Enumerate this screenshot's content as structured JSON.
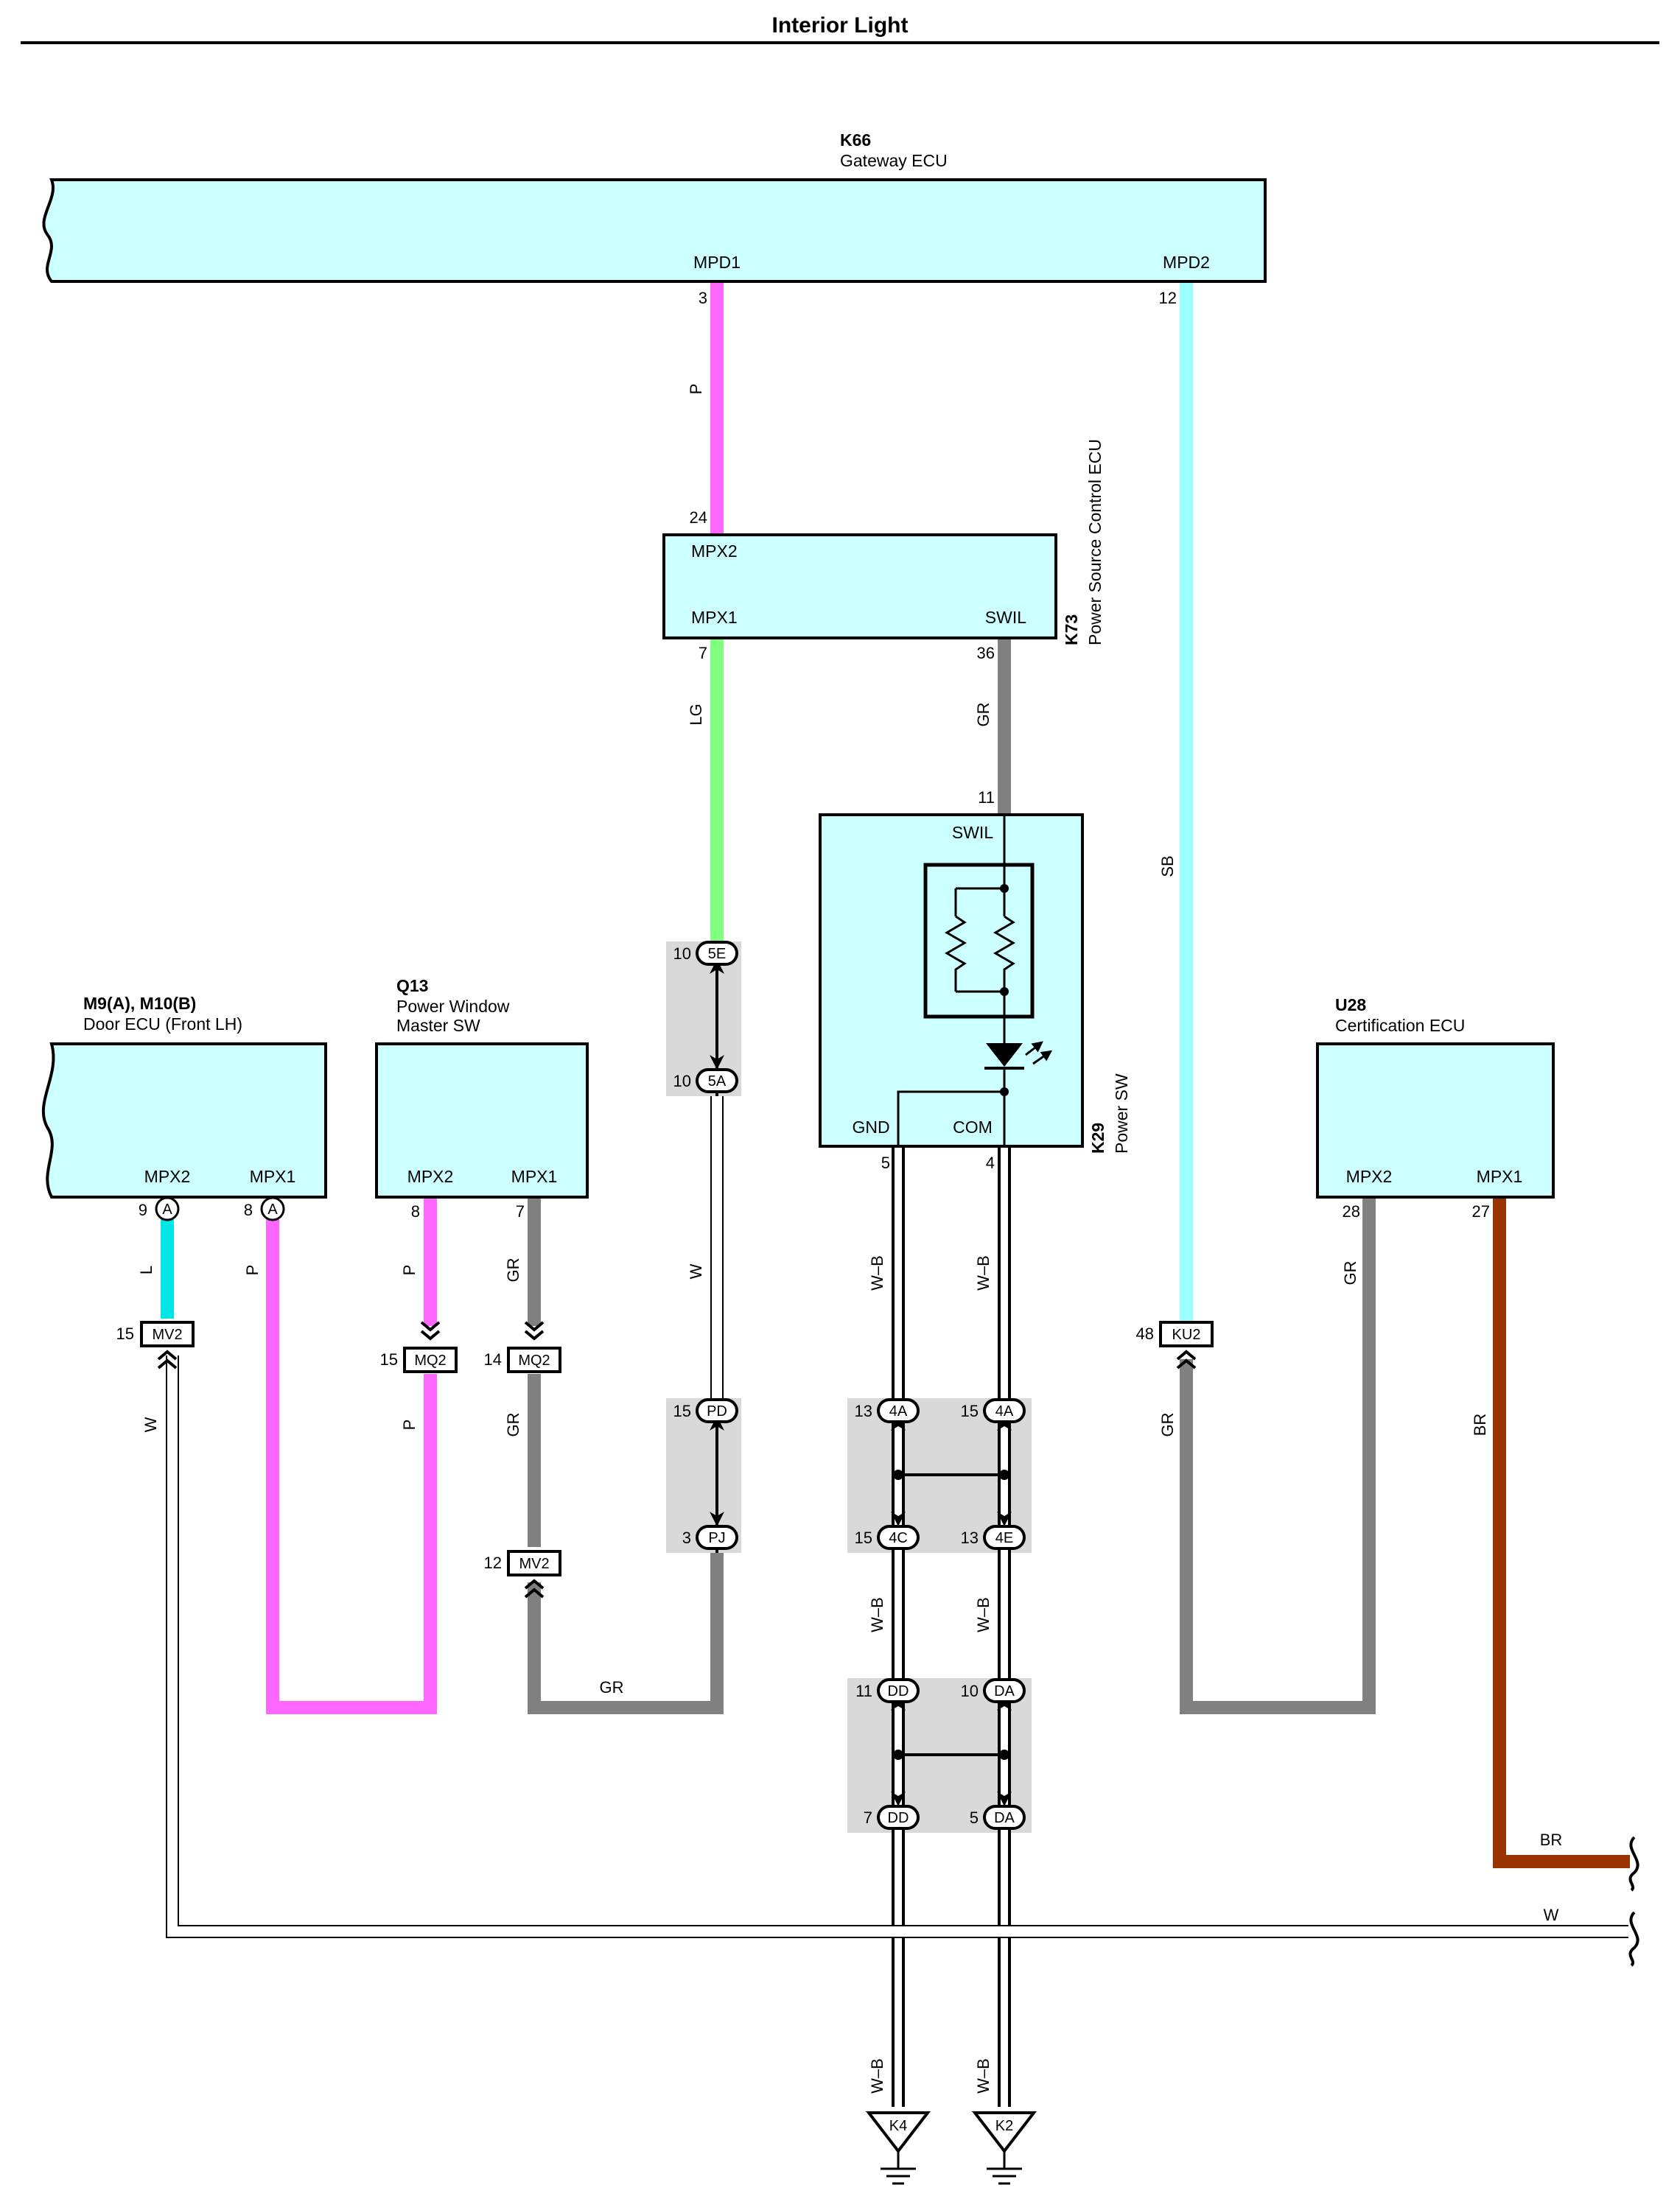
{
  "title": "Interior Light",
  "components": {
    "k66": {
      "code": "K66",
      "name": "Gateway ECU",
      "terms": {
        "mpd1": "MPD1",
        "mpd2": "MPD2"
      },
      "pins": {
        "mpd1": "3",
        "mpd2": "12"
      }
    },
    "k73": {
      "code": "K73",
      "name": "Power Source Control ECU",
      "terms": {
        "mpx2": "MPX2",
        "mpx1": "MPX1",
        "swil": "SWIL"
      },
      "pins": {
        "mpx2": "24",
        "mpx1": "7",
        "swil": "36"
      }
    },
    "k29": {
      "code": "K29",
      "name": "Power SW",
      "terms": {
        "swil": "SWIL",
        "gnd": "GND",
        "com": "COM"
      },
      "pins": {
        "swil": "11",
        "gnd": "5",
        "com": "4"
      }
    },
    "m9": {
      "code": "M9(A), M10(B)",
      "name": "Door ECU (Front LH)",
      "terms": {
        "mpx2": "MPX2",
        "mpx1": "MPX1"
      },
      "pins": {
        "mpx2": "9",
        "mpx1": "8"
      },
      "conn": "A"
    },
    "q13": {
      "code": "Q13",
      "name1": "Power Window",
      "name2": "Master SW",
      "terms": {
        "mpx2": "MPX2",
        "mpx1": "MPX1"
      },
      "pins": {
        "mpx2": "8",
        "mpx1": "7"
      }
    },
    "u28": {
      "code": "U28",
      "name": "Certification ECU",
      "terms": {
        "mpx2": "MPX2",
        "mpx1": "MPX1"
      },
      "pins": {
        "mpx2": "28",
        "mpx1": "27"
      }
    }
  },
  "connectors": {
    "mv2_a": {
      "id": "MV2",
      "pin": "15"
    },
    "mq2_a": {
      "id": "MQ2",
      "pin": "15"
    },
    "mq2_b": {
      "id": "MQ2",
      "pin": "14"
    },
    "mv2_b": {
      "id": "MV2",
      "pin": "12"
    },
    "ku2": {
      "id": "KU2",
      "pin": "48"
    },
    "c5e": {
      "id": "5E",
      "pin": "10"
    },
    "c5a": {
      "id": "5A",
      "pin": "10"
    },
    "cpd": {
      "id": "PD",
      "pin": "15"
    },
    "cpj": {
      "id": "PJ",
      "pin": "3"
    },
    "c4a1": {
      "id": "4A",
      "pin": "13"
    },
    "c4a2": {
      "id": "4A",
      "pin": "15"
    },
    "c4c": {
      "id": "4C",
      "pin": "15"
    },
    "c4e": {
      "id": "4E",
      "pin": "13"
    },
    "cdd1": {
      "id": "DD",
      "pin": "11"
    },
    "cda1": {
      "id": "DA",
      "pin": "10"
    },
    "cdd2": {
      "id": "DD",
      "pin": "7"
    },
    "cda2": {
      "id": "DA",
      "pin": "5"
    }
  },
  "grounds": {
    "k4": "K4",
    "k2": "K2"
  },
  "wire_colors": {
    "P": "#ff66ff",
    "SB": "#99ffff",
    "LG": "#80ff80",
    "GR": "#808080",
    "W": "#ffffff",
    "W-B": "#ffffff",
    "L": "#00e6e6",
    "BR": "#993300"
  },
  "wire_labels": {
    "p_k66": "P",
    "sb": "SB",
    "lg": "LG",
    "gr_swil": "GR",
    "w_5a": "W",
    "wb_gnd": "W–B",
    "wb_com": "W–B",
    "l_m9": "L",
    "p_m9": "P",
    "p_q13a": "P",
    "p_q13b": "P",
    "gr_q13a": "GR",
    "gr_q13b": "GR",
    "gr_bottom": "GR",
    "w_left": "W",
    "gr_ku2": "GR",
    "gr_u28": "GR",
    "br_u28": "BR",
    "wb_gnd2": "W–B",
    "wb_com2": "W–B",
    "wb_gnd3": "W–B",
    "wb_com3": "W–B",
    "br_right": "BR",
    "w_right": "W"
  },
  "box_color": "#ccffff",
  "splice_color": "#d9d9d9"
}
